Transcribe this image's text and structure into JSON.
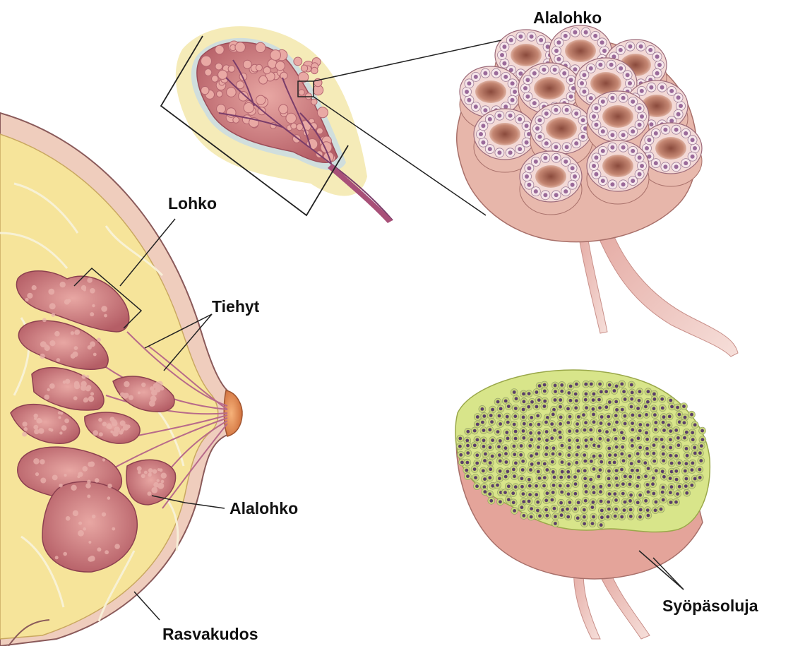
{
  "labels": {
    "lobe": "Lohko",
    "ducts": "Tiehyt",
    "lobule_left": "Alalohko",
    "fat": "Rasvakudos",
    "lobule_top": "Alalohko",
    "cancer_cells": "Syöpäsoluja"
  },
  "colors": {
    "fat": "#f6e49a",
    "tissue": "#c9747a",
    "skin": "#efcdbd",
    "nipple": "#e89060",
    "cell_fill": "#d8e58a",
    "nucleus": "#5a3e6a"
  }
}
